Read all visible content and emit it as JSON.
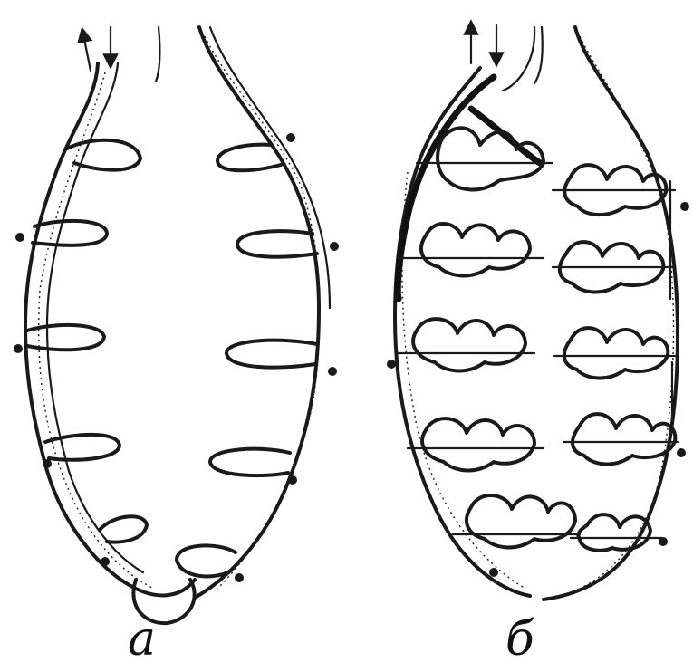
{
  "figure": {
    "panels": [
      {
        "id": "a",
        "label": "а"
      },
      {
        "id": "b",
        "label": "б"
      }
    ]
  }
}
